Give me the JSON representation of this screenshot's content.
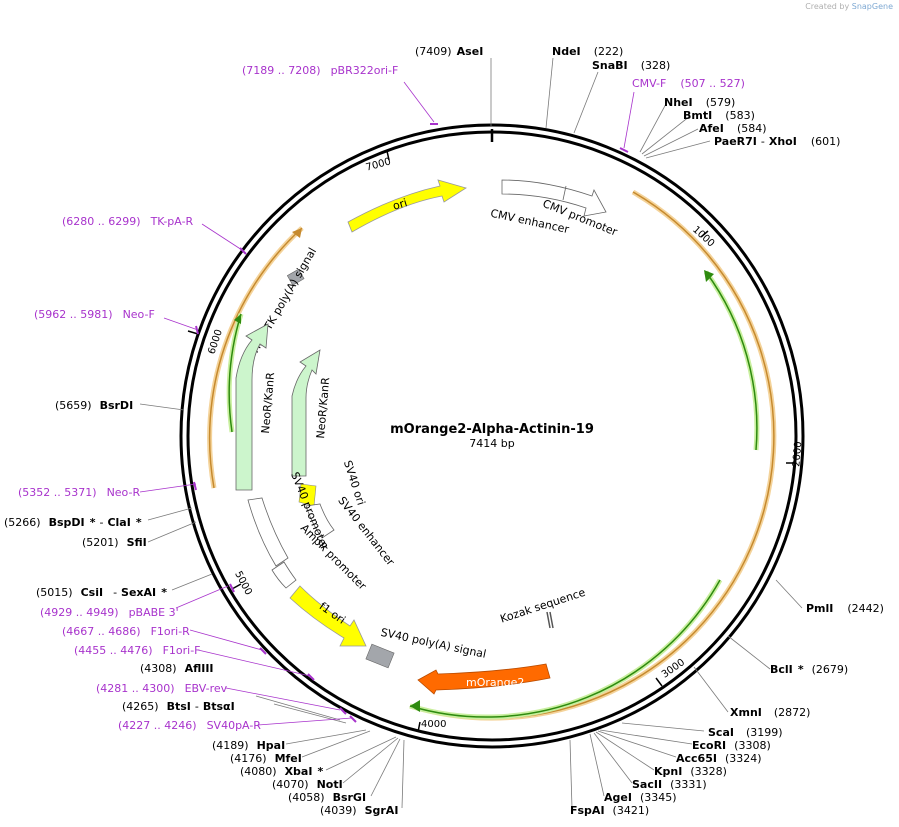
{
  "credit": {
    "created_by": "Created by",
    "brand": "SnapGene"
  },
  "plasmid": {
    "name": "mOrange2-Alpha-Actinin-19",
    "size": "7414 bp"
  },
  "ticks": [
    "1000",
    "2000",
    "3000",
    "4000",
    "5000",
    "6000",
    "7000"
  ],
  "enzymes": [
    {
      "pos": "(7409)",
      "name": "AseI",
      "star": ""
    },
    {
      "pos": "(222)",
      "name": "NdeI",
      "star": ""
    },
    {
      "pos": "(328)",
      "name": "SnaBI",
      "star": ""
    },
    {
      "pos": "(579)",
      "name": "NheI",
      "star": ""
    },
    {
      "pos": "(583)",
      "name": "BmtI",
      "star": ""
    },
    {
      "pos": "(584)",
      "name": "AfeI",
      "star": ""
    },
    {
      "pos": "(601)",
      "name": "PaeR7I",
      "name2": "XhoI",
      "star": ""
    },
    {
      "pos": "(2442)",
      "name": "PmlI",
      "star": ""
    },
    {
      "pos": "(2679)",
      "name": "BclI",
      "star": "*"
    },
    {
      "pos": "(2872)",
      "name": "XmnI",
      "star": ""
    },
    {
      "pos": "(3199)",
      "name": "ScaI",
      "star": ""
    },
    {
      "pos": "(3308)",
      "name": "EcoRI",
      "star": ""
    },
    {
      "pos": "(3324)",
      "name": "Acc65I",
      "star": ""
    },
    {
      "pos": "(3328)",
      "name": "KpnI",
      "star": ""
    },
    {
      "pos": "(3331)",
      "name": "SacII",
      "star": ""
    },
    {
      "pos": "(3345)",
      "name": "AgeI",
      "star": ""
    },
    {
      "pos": "(3421)",
      "name": "FspAI",
      "star": ""
    },
    {
      "pos": "(4039)",
      "name": "SgrAI",
      "star": ""
    },
    {
      "pos": "(4058)",
      "name": "BsrGI",
      "star": ""
    },
    {
      "pos": "(4070)",
      "name": "NotI",
      "star": ""
    },
    {
      "pos": "(4080)",
      "name": "XbaI",
      "star": "*"
    },
    {
      "pos": "(4176)",
      "name": "MfeI",
      "star": ""
    },
    {
      "pos": "(4189)",
      "name": "HpaI",
      "star": ""
    },
    {
      "pos": "(4265)",
      "name": "BtsI",
      "name2": "BtsαI",
      "star": ""
    },
    {
      "pos": "(4308)",
      "name": "AflIII",
      "star": ""
    },
    {
      "pos": "(5015)",
      "name": "CsiI",
      "name2": "SexAI",
      "star": "*"
    },
    {
      "pos": "(5201)",
      "name": "SfiI",
      "star": ""
    },
    {
      "pos": "(5266)",
      "name": "BspDI",
      "name2": "ClaI",
      "star": "*",
      "star2": "*"
    },
    {
      "pos": "(5659)",
      "name": "BsrDI",
      "star": ""
    }
  ],
  "primers": [
    {
      "range": "(7189 .. 7208)",
      "name": "pBR322ori-F"
    },
    {
      "range": "(507 .. 527)",
      "name": "CMV-F"
    },
    {
      "range": "(6280 .. 6299)",
      "name": "TK-pA-R"
    },
    {
      "range": "(5962 .. 5981)",
      "name": "Neo-F"
    },
    {
      "range": "(5352 .. 5371)",
      "name": "Neo-R"
    },
    {
      "range": "(4929 .. 4949)",
      "name": "pBABE 3'"
    },
    {
      "range": "(4667 .. 4686)",
      "name": "F1ori-R"
    },
    {
      "range": "(4455 .. 4476)",
      "name": "F1ori-F"
    },
    {
      "range": "(4281 .. 4300)",
      "name": "EBV-rev"
    },
    {
      "range": "(4227 .. 4246)",
      "name": "SV40pA-R"
    }
  ],
  "features": {
    "ori": "ori",
    "cmv_promoter": "CMV promoter",
    "cmv_enhancer": "CMV enhancer",
    "hsv_tk": "HSV TK poly(A) signal",
    "neo_outer": "NeoR/KanR",
    "neo_inner": "NeoR/KanR",
    "sv40_ori": "SV40 ori",
    "sv40_enhancer": "SV40 enhancer",
    "sv40_promoter": "SV40 promoter",
    "ampr_promoter": "AmpR promoter",
    "f1_ori": "f1 ori",
    "sv40_polya": "SV40 poly(A) signal",
    "kozak": "Kozak sequence",
    "morange2": "mOrange2"
  },
  "colors": {
    "primer": "#a833cc",
    "ori": "#ffff00",
    "neo": "#ccf5cc",
    "orange_feature": "#ff6a00",
    "orf_orange": "#e8a84a",
    "orf_green": "#2e8b0f"
  }
}
